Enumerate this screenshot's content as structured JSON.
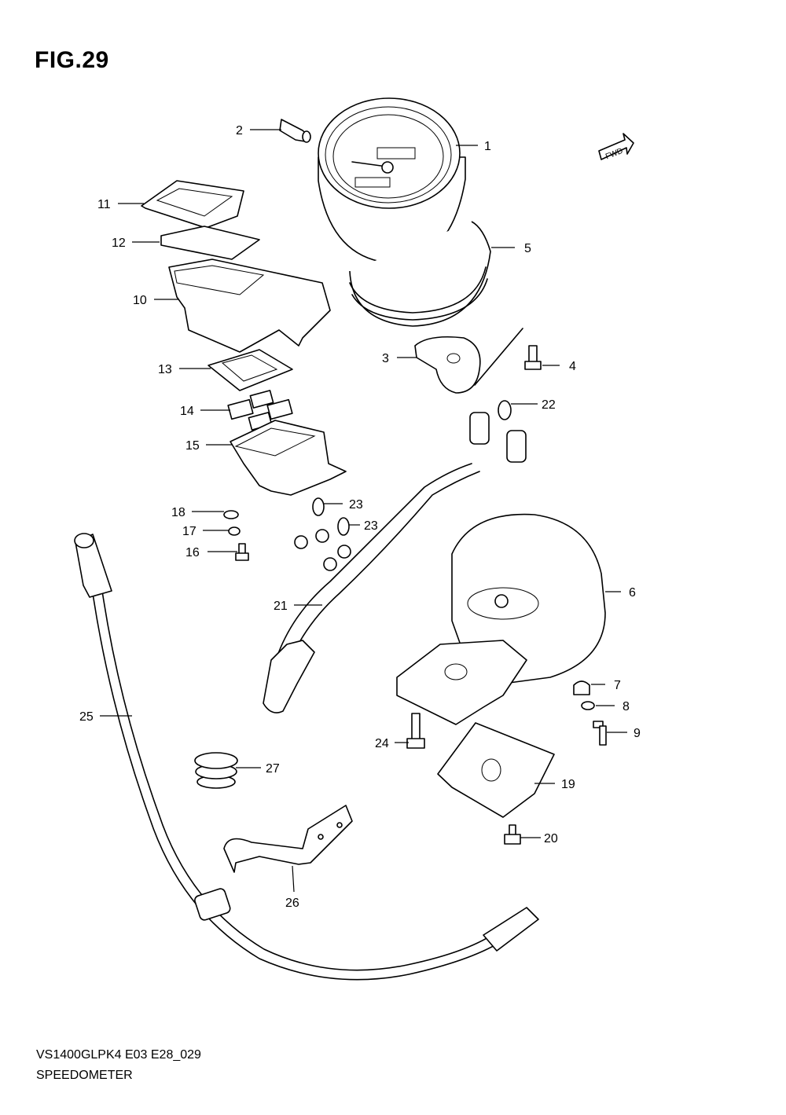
{
  "figure": {
    "title": "FIG.29",
    "model_code": "VS1400GLPK4 E03 E28_029",
    "section_name": "SPEEDOMETER",
    "fwd_label": "FWD"
  },
  "callouts": [
    {
      "num": "1"
    },
    {
      "num": "2"
    },
    {
      "num": "3"
    },
    {
      "num": "4"
    },
    {
      "num": "5"
    },
    {
      "num": "6"
    },
    {
      "num": "7"
    },
    {
      "num": "8"
    },
    {
      "num": "9"
    },
    {
      "num": "10"
    },
    {
      "num": "11"
    },
    {
      "num": "12"
    },
    {
      "num": "13"
    },
    {
      "num": "14"
    },
    {
      "num": "15"
    },
    {
      "num": "16"
    },
    {
      "num": "17"
    },
    {
      "num": "18"
    },
    {
      "num": "19"
    },
    {
      "num": "20"
    },
    {
      "num": "21"
    },
    {
      "num": "22"
    },
    {
      "num": "23"
    },
    {
      "num": "23"
    },
    {
      "num": "24"
    },
    {
      "num": "25"
    },
    {
      "num": "26"
    },
    {
      "num": "27"
    }
  ]
}
